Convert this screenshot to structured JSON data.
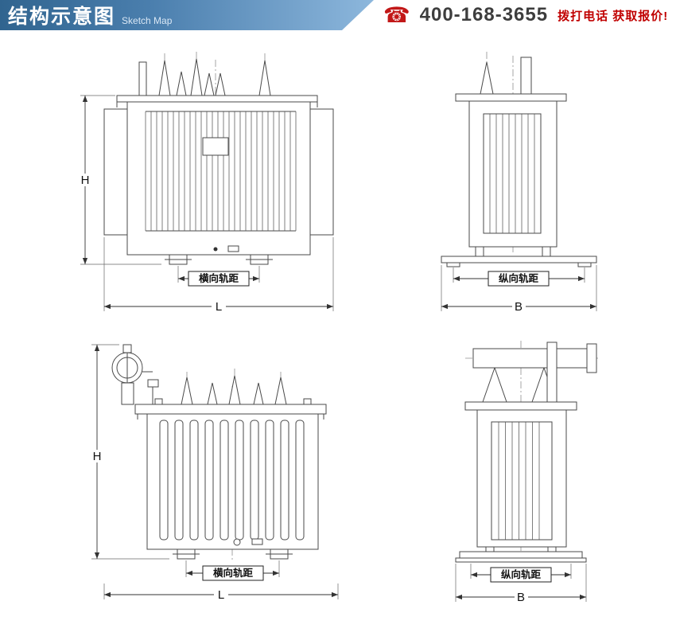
{
  "header": {
    "title": "结构示意图",
    "subtitle": "Sketch Map",
    "phone_number": "400-168-3655",
    "cta": "拨打电话 获取报价!",
    "icons": {
      "phone": "☎"
    }
  },
  "colors": {
    "banner_gradient_start": "#30648f",
    "banner_gradient_end": "#8fb9de",
    "accent_red": "#c00000",
    "phone_number_color": "#3d3d3d",
    "drawing_line_color": "#4a4a4a"
  },
  "figures": {
    "front_top": {
      "height_label": "H",
      "gauge_label": "横向轨距",
      "length_label": "L"
    },
    "side_top": {
      "gauge_label": "纵向轨距",
      "width_label": "B"
    },
    "front_bottom": {
      "height_label": "H",
      "gauge_label": "横向轨距",
      "length_label": "L"
    },
    "side_bottom": {
      "gauge_label": "纵向轨距",
      "width_label": "B"
    }
  }
}
